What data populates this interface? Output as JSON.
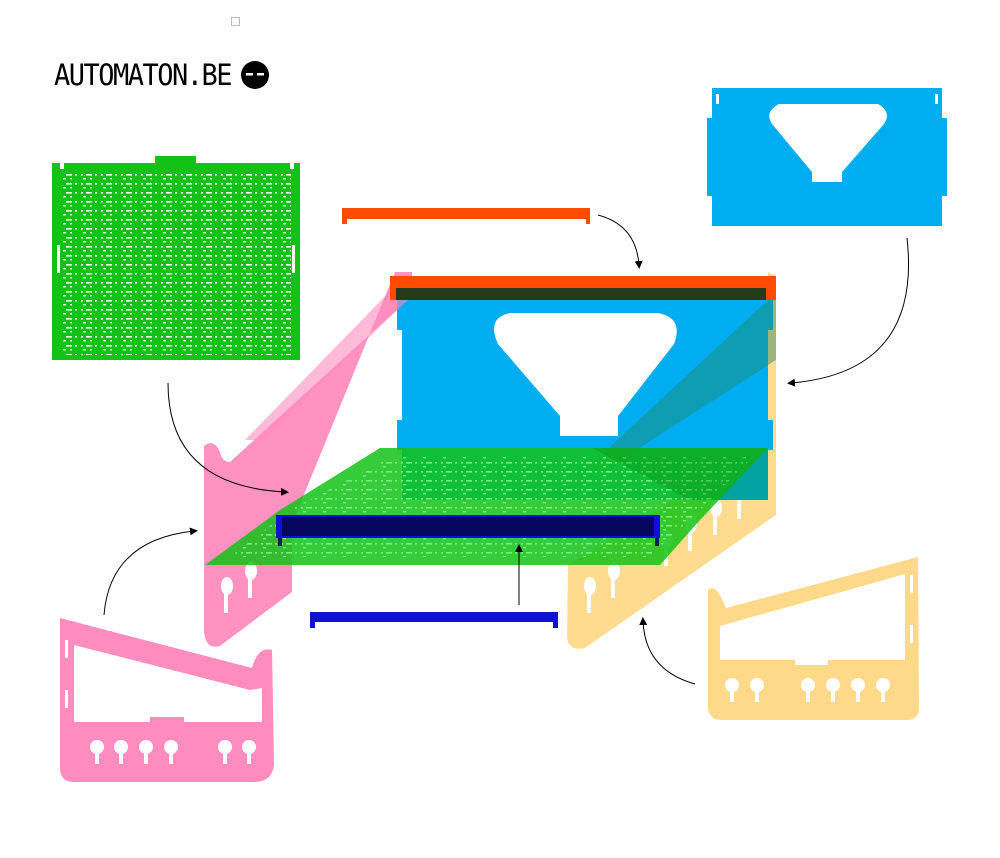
{
  "brand": {
    "text": "AUTOMATON.BE",
    "logo_icon": "face-circle-icon"
  },
  "colors": {
    "background": "#ffffff",
    "green": "#12c216",
    "green_overlay": "#0b8f14",
    "blue_panel": "#00adf0",
    "orange_bar": "#ff4a00",
    "pink_side": "#ff8cbe",
    "yellow_side": "#ffd98a",
    "navy_bar": "#1010d6",
    "arrow": "#000000"
  },
  "parts": [
    {
      "name": "green-base-plate",
      "color": "green"
    },
    {
      "name": "blue-back-panel",
      "color": "blue_panel"
    },
    {
      "name": "orange-top-bar",
      "color": "orange_bar"
    },
    {
      "name": "pink-left-side",
      "color": "pink_side"
    },
    {
      "name": "yellow-right-side",
      "color": "yellow_side"
    },
    {
      "name": "navy-front-bar",
      "color": "navy_bar"
    }
  ]
}
